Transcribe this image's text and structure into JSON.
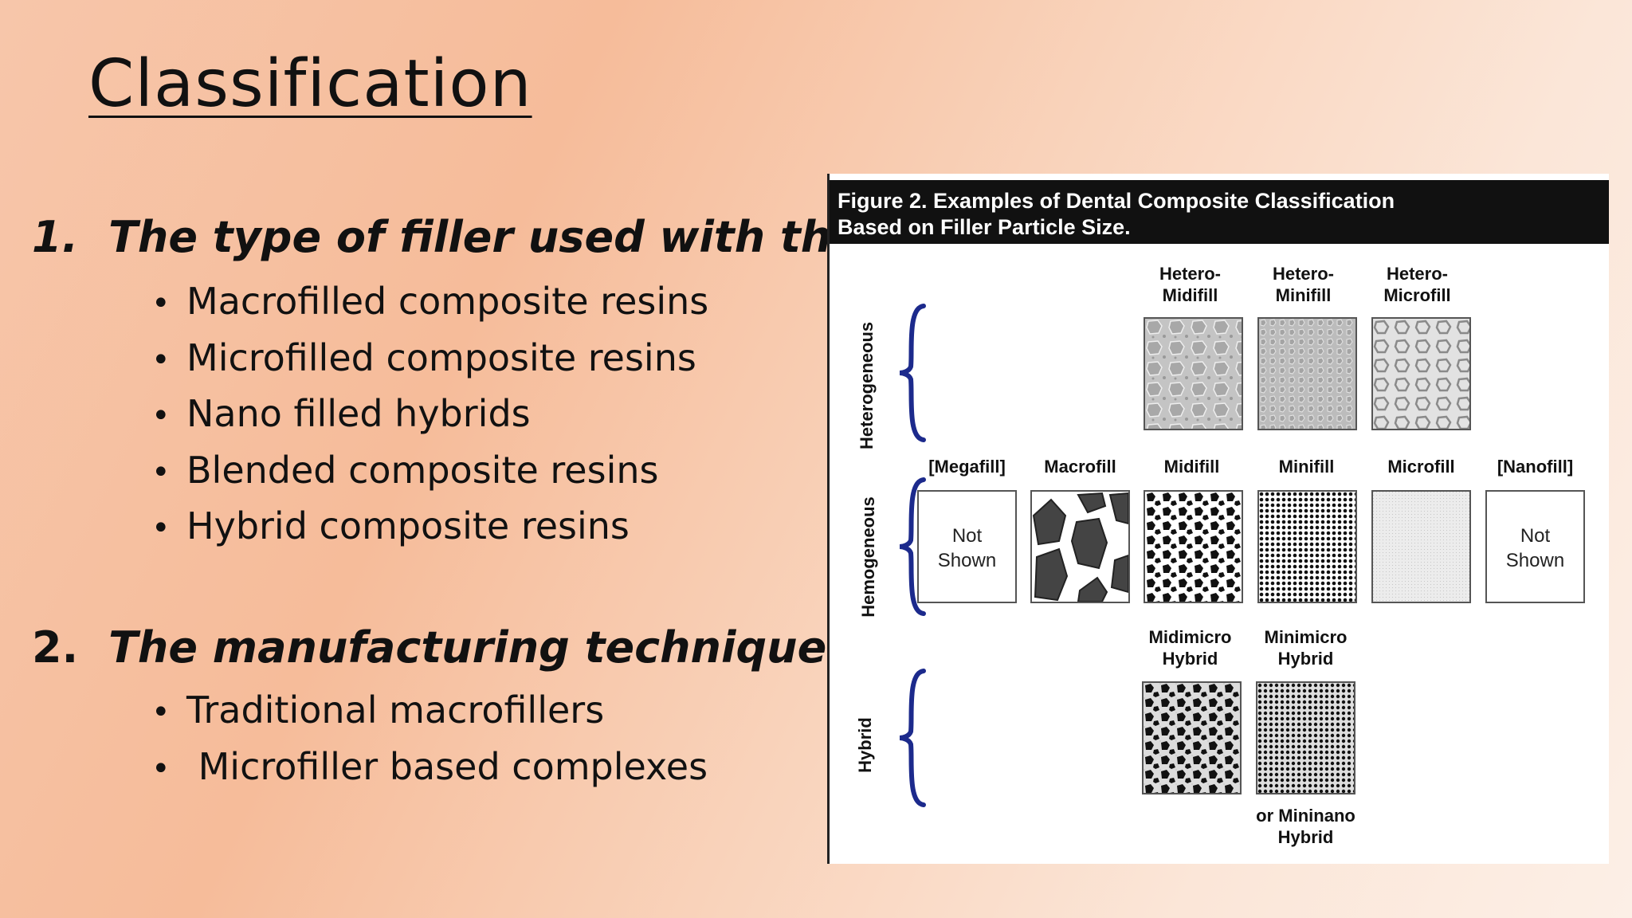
{
  "slide": {
    "title": "Classification",
    "section1": {
      "number": "1.",
      "heading": "The type of filler used with them",
      "items": [
        "Macrofilled composite resins",
        "Microfilled composite resins",
        "Nano filled hybrids",
        "Blended composite resins",
        "Hybrid composite resins"
      ]
    },
    "section2": {
      "number": "2.",
      "heading": "The manufacturing technique",
      "items": [
        "Traditional macrofillers",
        " Microfiller based complexes"
      ]
    },
    "bullet_glyph": "•"
  },
  "figure": {
    "caption_line1": "Figure 2. Examples of Dental Composite Classification",
    "caption_line2": "Based on Filler Particle Size.",
    "rows": {
      "heterogeneous": "Heterogeneous",
      "homogeneous": "Hemogeneous",
      "hybrid": "Hybrid"
    },
    "hetero_cols": [
      {
        "l1": "Hetero-",
        "l2": "Midifill"
      },
      {
        "l1": "Hetero-",
        "l2": "Minifill"
      },
      {
        "l1": "Hetero-",
        "l2": "Microfill"
      }
    ],
    "homo_cols": [
      "[Megafill]",
      "Macrofill",
      "Midifill",
      "Minifill",
      "Microfill",
      "[Nanofill]"
    ],
    "not_shown_l1": "Not",
    "not_shown_l2": "Shown",
    "hybrid_cols": [
      {
        "l1": "Midimicro",
        "l2": "Hybrid"
      },
      {
        "l1": "Minimicro",
        "l2": "Hybrid"
      }
    ],
    "hybrid_footnote_l1": "or Mininano",
    "hybrid_footnote_l2": "Hybrid",
    "brace_color": "#1c2a8c"
  }
}
